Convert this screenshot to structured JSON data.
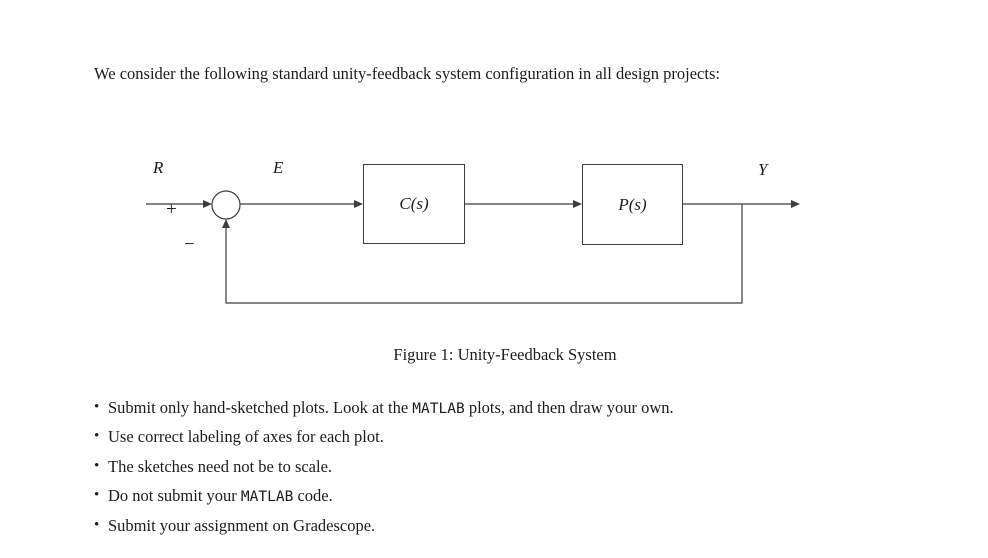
{
  "theme": {
    "ink_color": "#1c1c1c",
    "line_color": "#3d3d3d",
    "background_color": "#ffffff"
  },
  "intro": {
    "text": "We consider the following standard unity-feedback system configuration in all design projects:"
  },
  "diagram": {
    "labels": {
      "reference": "R",
      "error": "E",
      "output": "Y",
      "plus": "+",
      "minus": "−",
      "controller": "C(s)",
      "plant": "P(s)"
    }
  },
  "caption": {
    "text": "Figure 1: Unity-Feedback System"
  },
  "bullets": {
    "marker": "•",
    "items": [
      {
        "pre": "Submit only hand-sketched plots. Look at the ",
        "mono": "MATLAB",
        "post": " plots, and then draw your own."
      },
      {
        "pre": "Use correct labeling of axes for each plot.",
        "mono": "",
        "post": ""
      },
      {
        "pre": "The sketches need not be to scale.",
        "mono": "",
        "post": ""
      },
      {
        "pre": "Do not submit your ",
        "mono": "MATLAB",
        "post": " code."
      },
      {
        "pre": "Submit your assignment on Gradescope.",
        "mono": "",
        "post": ""
      }
    ]
  }
}
